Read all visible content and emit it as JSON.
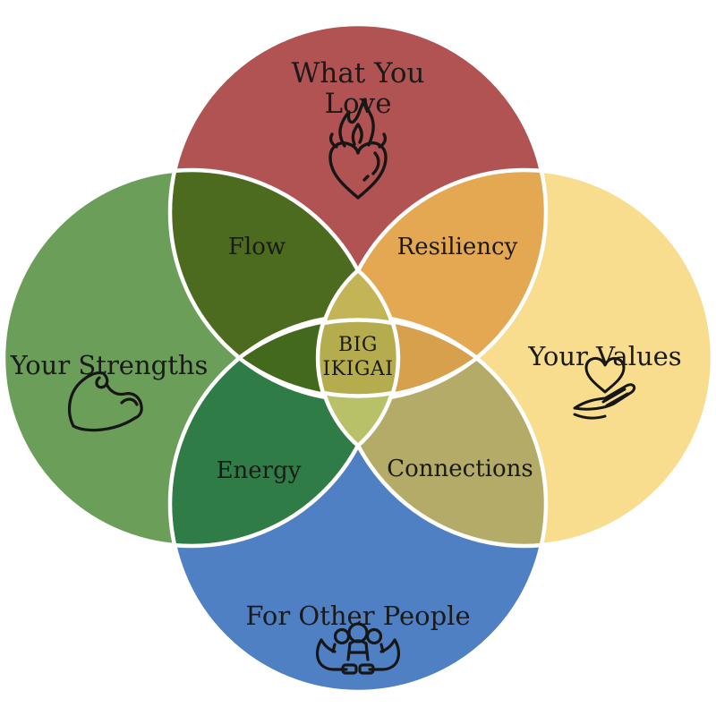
{
  "diagram": {
    "type": "ikigai-venn",
    "background": "#ffffff",
    "outline_color": "#ffffff",
    "text_color": "#1a1a1a",
    "circles": {
      "love": {
        "label_line1": "What You",
        "label_line2": "Love",
        "icon": "flaming-heart-icon",
        "color": "#b25353"
      },
      "strengths": {
        "label": "Your Strengths",
        "icon": "flexed-bicep-icon",
        "color": "#6b9e58"
      },
      "values": {
        "label": "Your Values",
        "icon": "heart-in-hand-icon",
        "color": "#f8dd8f"
      },
      "others": {
        "label": "For Other People",
        "icon": "people-in-hands-icon",
        "color": "#5080c4"
      }
    },
    "overlaps": {
      "flow": {
        "label": "Flow",
        "color": "#4c6b1e"
      },
      "resiliency": {
        "label": "Resiliency",
        "color": "#e3a851"
      },
      "energy": {
        "label": "Energy",
        "color": "#2f7c46"
      },
      "connections": {
        "label": "Connections",
        "color": "#b4ab68"
      },
      "love_strengths_values": {
        "color": "#c3b456"
      },
      "others_strengths_values": {
        "color": "#b8c167"
      },
      "love_others_strengths": {
        "color": "#43691c"
      },
      "love_others_values": {
        "color": "#d7a04c"
      }
    },
    "center": {
      "label_line1": "BIG",
      "label_line2": "IKIGAI",
      "color": "#b5ac4e"
    }
  }
}
